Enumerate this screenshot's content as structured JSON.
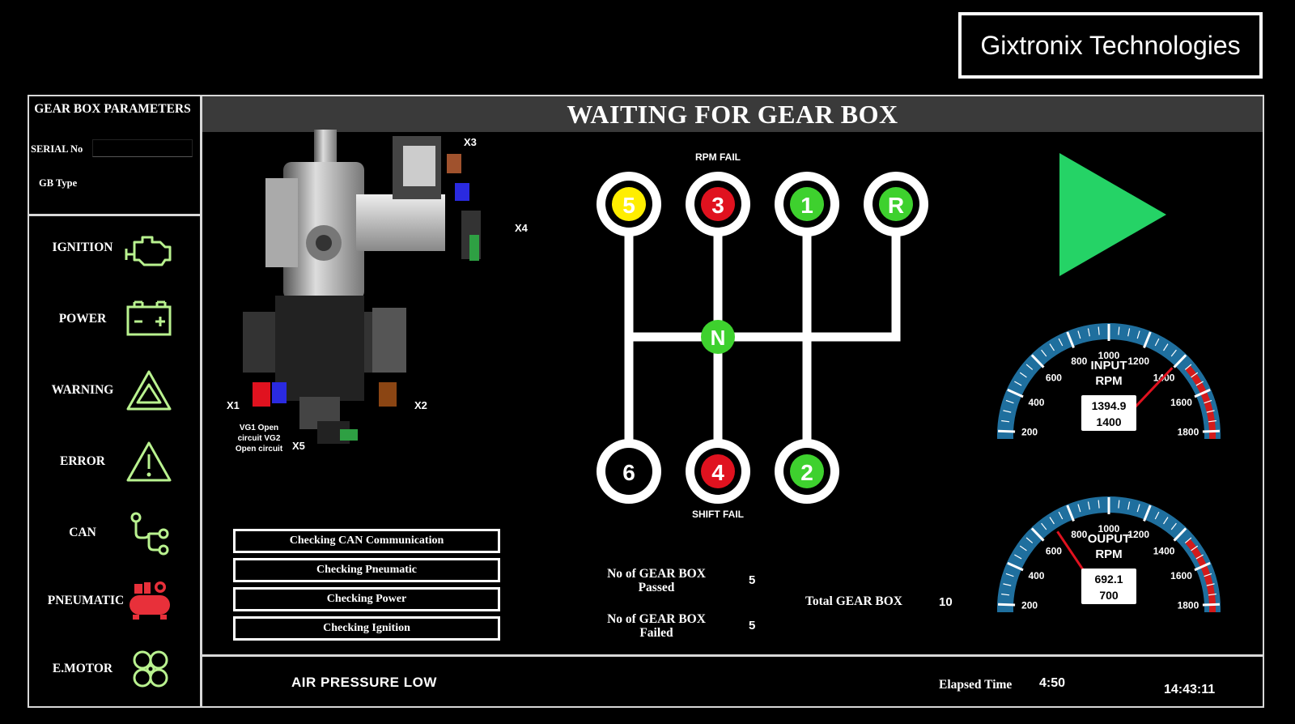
{
  "brand": "Gixtronix Technologies",
  "sidebar": {
    "title": "GEAR BOX PARAMETERS",
    "serial_label": "SERIAL No",
    "gbtype_label": "GB Type",
    "items": [
      {
        "label": "IGNITION",
        "icon": "engine-icon"
      },
      {
        "label": "POWER",
        "icon": "battery-icon"
      },
      {
        "label": "WARNING",
        "icon": "warning-triangle-icon"
      },
      {
        "label": "ERROR",
        "icon": "error-triangle-icon"
      },
      {
        "label": "CAN",
        "icon": "can-network-icon"
      },
      {
        "label": "PNEUMATIC",
        "icon": "compressor-icon"
      },
      {
        "label": "E.MOTOR",
        "icon": "fan-icon"
      }
    ]
  },
  "header": {
    "title": "WAITING FOR GEAR BOX"
  },
  "gearbox_diagram": {
    "connectors": [
      "X1",
      "X2",
      "X3",
      "X4",
      "X5"
    ],
    "fault_text": "VG1 Open circuit VG2 Open circuit"
  },
  "shift_pattern": {
    "rpm_fail_label": "RPM FAIL",
    "shift_fail_label": "SHIFT FAIL",
    "gears": [
      {
        "label": "5",
        "status": "yellow",
        "color": "#ffee00"
      },
      {
        "label": "3",
        "status": "red",
        "color": "#e0121f"
      },
      {
        "label": "1",
        "status": "green",
        "color": "#3ed12e"
      },
      {
        "label": "R",
        "status": "green",
        "color": "#3ed12e"
      },
      {
        "label": "6",
        "status": "off",
        "color": "#000000"
      },
      {
        "label": "4",
        "status": "red",
        "color": "#e0121f"
      },
      {
        "label": "2",
        "status": "green",
        "color": "#3ed12e"
      },
      {
        "label": "N",
        "status": "green",
        "color": "#3ed12e"
      }
    ]
  },
  "start_button": {
    "icon": "play-icon",
    "color": "#25d366"
  },
  "checks": [
    "Checking CAN Communication",
    "Checking Pneumatic",
    "Checking Power",
    "Checking Ignition"
  ],
  "stats": {
    "passed_label": "No of GEAR BOX Passed",
    "passed_value": "5",
    "failed_label": "No of GEAR BOX Failed",
    "failed_value": "5",
    "total_label": "Total GEAR BOX",
    "total_value": "10"
  },
  "gauges": [
    {
      "name": "input",
      "title_1": "INPUT",
      "title_2": "RPM",
      "reading": "1394.9",
      "setpoint": "1400",
      "value": 1394.9
    },
    {
      "name": "output",
      "title_1": "OUPUT",
      "title_2": "RPM",
      "reading": "692.1",
      "setpoint": "700",
      "value": 692.1
    }
  ],
  "gauge_scale": {
    "min": 0,
    "max": 2000,
    "ticks": [
      "0",
      "200",
      "400",
      "600",
      "800",
      "1000",
      "1200",
      "1400",
      "1600",
      "1800",
      "2000"
    ]
  },
  "footer": {
    "alarm": "AIR PRESSURE LOW",
    "elapsed_label": "Elapsed Time",
    "elapsed_value": "4:50",
    "clock": "14:43:11"
  }
}
